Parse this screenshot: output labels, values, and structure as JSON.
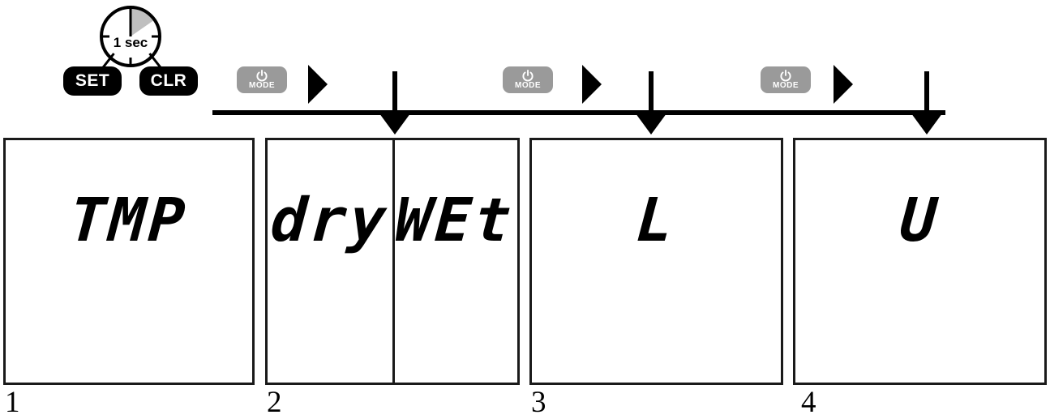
{
  "timer": {
    "label": "1 sec",
    "icon": "clock-icon",
    "wedge_start_deg": 0,
    "wedge_end_deg": 55,
    "wedge_color": "#bfbfbf"
  },
  "keys": {
    "set_label": "SET",
    "clr_label": "CLR",
    "key_color": "#000000",
    "key_text_color": "#ffffff"
  },
  "mode_buttons": [
    {
      "label": "MODE",
      "icon": "power-icon",
      "color": "#9a9a9a"
    },
    {
      "label": "MODE",
      "icon": "power-icon",
      "color": "#9a9a9a"
    },
    {
      "label": "MODE",
      "icon": "power-icon",
      "color": "#9a9a9a"
    }
  ],
  "timeline": {
    "arrow_color": "#000000",
    "markers": [
      {
        "target_panel": 2
      },
      {
        "target_panel": 3
      },
      {
        "target_panel": 4
      }
    ]
  },
  "panels": [
    {
      "number": "1",
      "split": false,
      "display": "TMP",
      "left": "",
      "right": ""
    },
    {
      "number": "2",
      "split": true,
      "display": "",
      "left": "dry",
      "right": "WEt"
    },
    {
      "number": "3",
      "split": false,
      "display": "L",
      "left": "",
      "right": ""
    },
    {
      "number": "4",
      "split": false,
      "display": "U",
      "left": "",
      "right": ""
    }
  ]
}
